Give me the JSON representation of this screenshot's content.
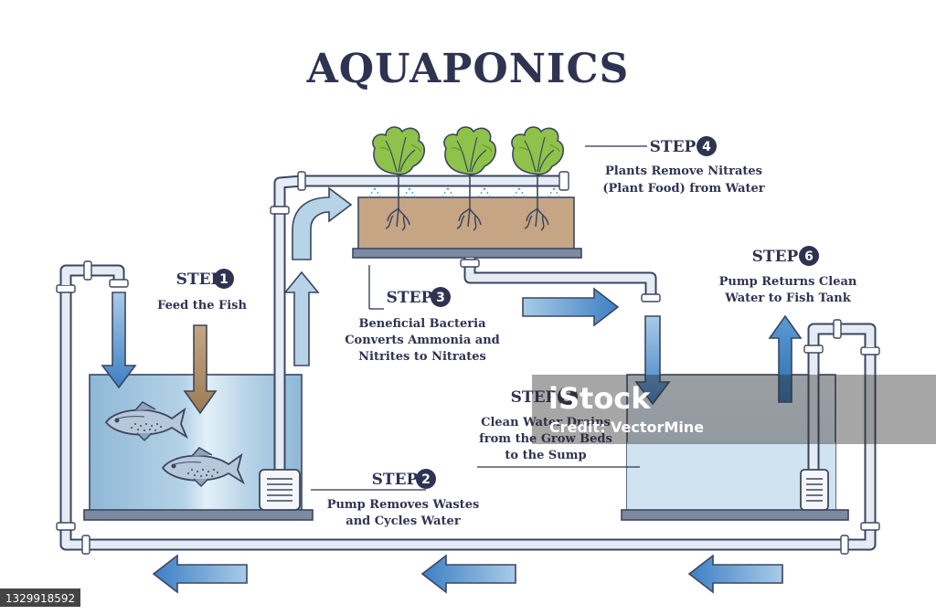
{
  "title": "AQUAPONICS",
  "steps": [
    {
      "word": "STEP",
      "number": "1",
      "lines": [
        "Feed the Fish"
      ]
    },
    {
      "word": "STEP",
      "number": "2",
      "lines": [
        "Pump Removes Wastes",
        "and Cycles Water"
      ]
    },
    {
      "word": "STEP",
      "number": "3",
      "lines": [
        "Beneficial Bacteria",
        "Converts Ammonia and",
        "Nitrites to Nitrates"
      ]
    },
    {
      "word": "STEP",
      "number": "4",
      "lines": [
        "Plants Remove Nitrates",
        "(Plant Food) from Water"
      ]
    },
    {
      "word": "STEP",
      "number": "5",
      "lines": [
        "Clean Water Drains",
        "from the Grow Beds",
        "to the Sump"
      ]
    },
    {
      "word": "STEP",
      "number": "6",
      "lines": [
        "Pump Returns Clean",
        "Water to Fish Tank"
      ]
    }
  ],
  "watermark": {
    "brand": "iStock",
    "credit": "Credit: VectorMine"
  },
  "image_id": "1329918592",
  "colors": {
    "text": "#2f3352",
    "water_dark": "#8fb8d6",
    "water_light": "#cfe3f1",
    "arrow_blue": "#3d7fc4",
    "food_arrow": "#a4825f",
    "soil": "#c6a584",
    "lettuce": "#8fc24a",
    "pipe_fill": "#e6ecf4",
    "outline": "#3b4660"
  }
}
